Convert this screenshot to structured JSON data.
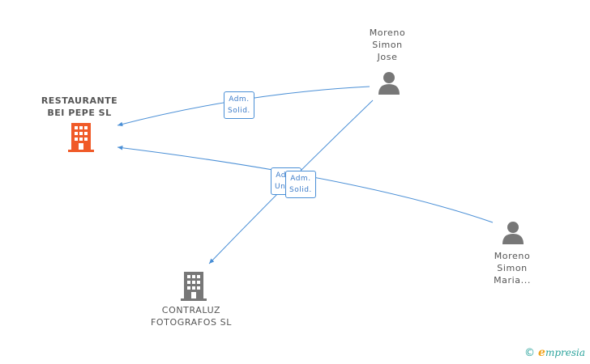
{
  "nodes": {
    "restaurante": {
      "lines": [
        "RESTAURANTE",
        "BEI PEPE  SL"
      ],
      "type": "company",
      "color": "#f05a28"
    },
    "contraluz": {
      "lines": [
        "CONTRALUZ",
        "FOTOGRAFOS SL"
      ],
      "type": "company",
      "color": "#777777"
    },
    "moreno_jose": {
      "lines": [
        "Moreno",
        "Simon",
        "Jose"
      ],
      "type": "person",
      "color": "#777777"
    },
    "moreno_maria": {
      "lines": [
        "Moreno",
        "Simon",
        "Maria..."
      ],
      "type": "person",
      "color": "#777777"
    }
  },
  "edges": [
    {
      "from": "moreno_jose",
      "to": "restaurante",
      "label": [
        "Adm.",
        "Solid."
      ]
    },
    {
      "from": "moreno_jose",
      "to": "contraluz",
      "label": [
        "Adm.",
        "Unico"
      ]
    },
    {
      "from": "moreno_maria",
      "to": "restaurante",
      "label": [
        "Adm.",
        "Solid."
      ]
    }
  ],
  "edge_color": "#4a8fd6",
  "footer": {
    "copyright_symbol": "©",
    "brand_initial": "e",
    "brand_rest": "mpresia"
  }
}
